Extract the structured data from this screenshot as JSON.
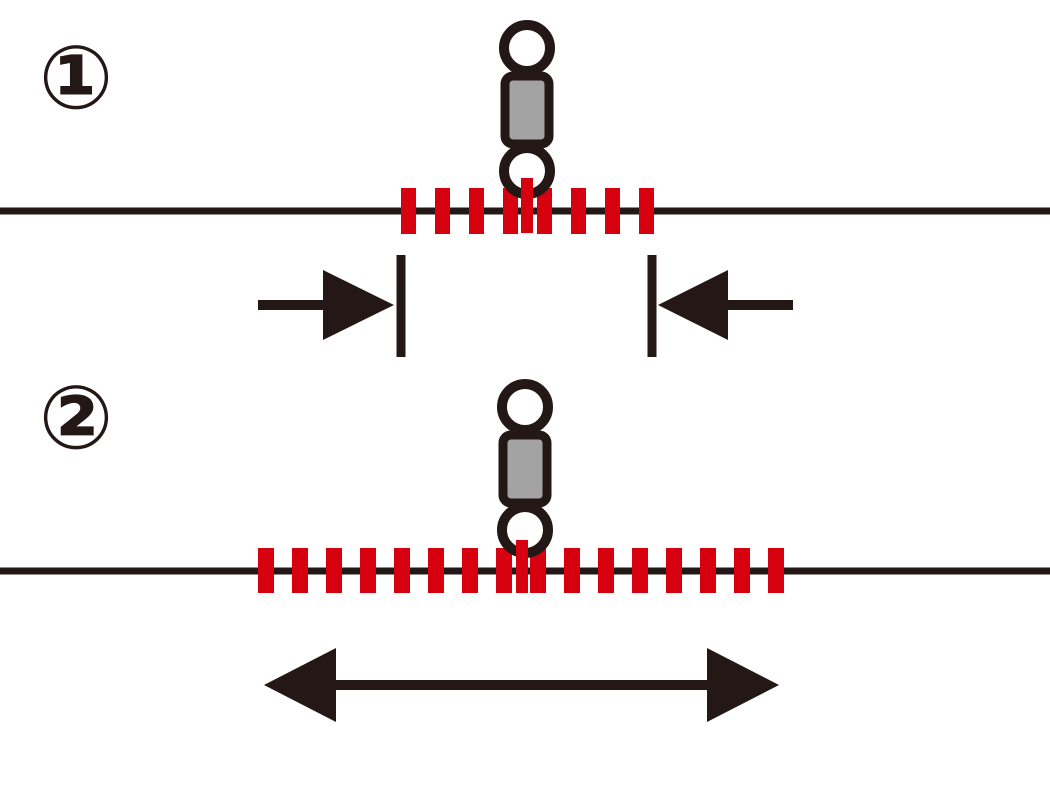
{
  "colors": {
    "line": "#231815",
    "tick": "#d7000f",
    "swivel_body": "#a3a3a3",
    "swivel_ring_fill": "#ffffff",
    "background": "#ffffff"
  },
  "steps": [
    {
      "label": "①",
      "tick_count": 8,
      "motion": "compress-inward"
    },
    {
      "label": "②",
      "tick_count": 16,
      "motion": "expand-outward"
    }
  ],
  "icons": {
    "swivel": "swivel-icon",
    "arrow_inward_left": "arrow-right-icon",
    "arrow_inward_right": "arrow-left-icon",
    "arrow_double": "double-arrow-icon"
  }
}
